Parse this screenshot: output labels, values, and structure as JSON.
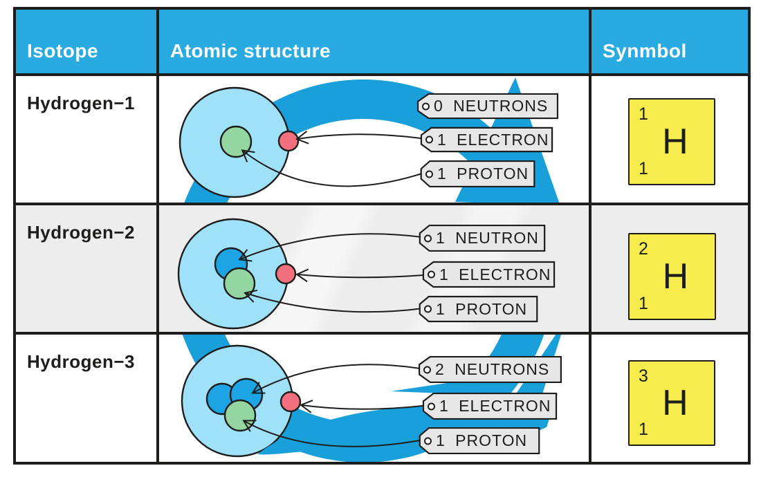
{
  "table": {
    "headers": [
      "Isotope",
      "Atomic structure",
      "Synmbol"
    ],
    "rows": [
      {
        "isotope": "Hydrogen−1",
        "tags": [
          "0 NEUTRONS",
          "1 ELECTRON",
          "1 PROTON"
        ],
        "particles": {
          "protons": 1,
          "neutrons": 0,
          "electrons": 1
        },
        "symbol": {
          "mass": "1",
          "element": "H",
          "atomic": "1"
        }
      },
      {
        "isotope": "Hydrogen−2",
        "tags": [
          "1 NEUTRON",
          "1 ELECTRON",
          "1 PROTON"
        ],
        "particles": {
          "protons": 1,
          "neutrons": 1,
          "electrons": 1
        },
        "symbol": {
          "mass": "2",
          "element": "H",
          "atomic": "1"
        }
      },
      {
        "isotope": "Hydrogen−3",
        "tags": [
          "2 NEUTRONS",
          "1 ELECTRON",
          "1 PROTON"
        ],
        "particles": {
          "protons": 1,
          "neutrons": 2,
          "electrons": 1
        },
        "symbol": {
          "mass": "3",
          "element": "H",
          "atomic": "1"
        }
      }
    ]
  },
  "colors": {
    "header_bg": "#29abe2",
    "swoosh_watermark": "#199fd9",
    "electron_shell": "#a0e1fa",
    "proton": "#93d6a2",
    "neutron": "#1da4e4",
    "electron": "#f3707e",
    "tag_bg": "#e7e7e7",
    "card_bg": "#f7ec4d",
    "row_alt_bg": "#ededee",
    "ink": "#1d1d1b"
  }
}
